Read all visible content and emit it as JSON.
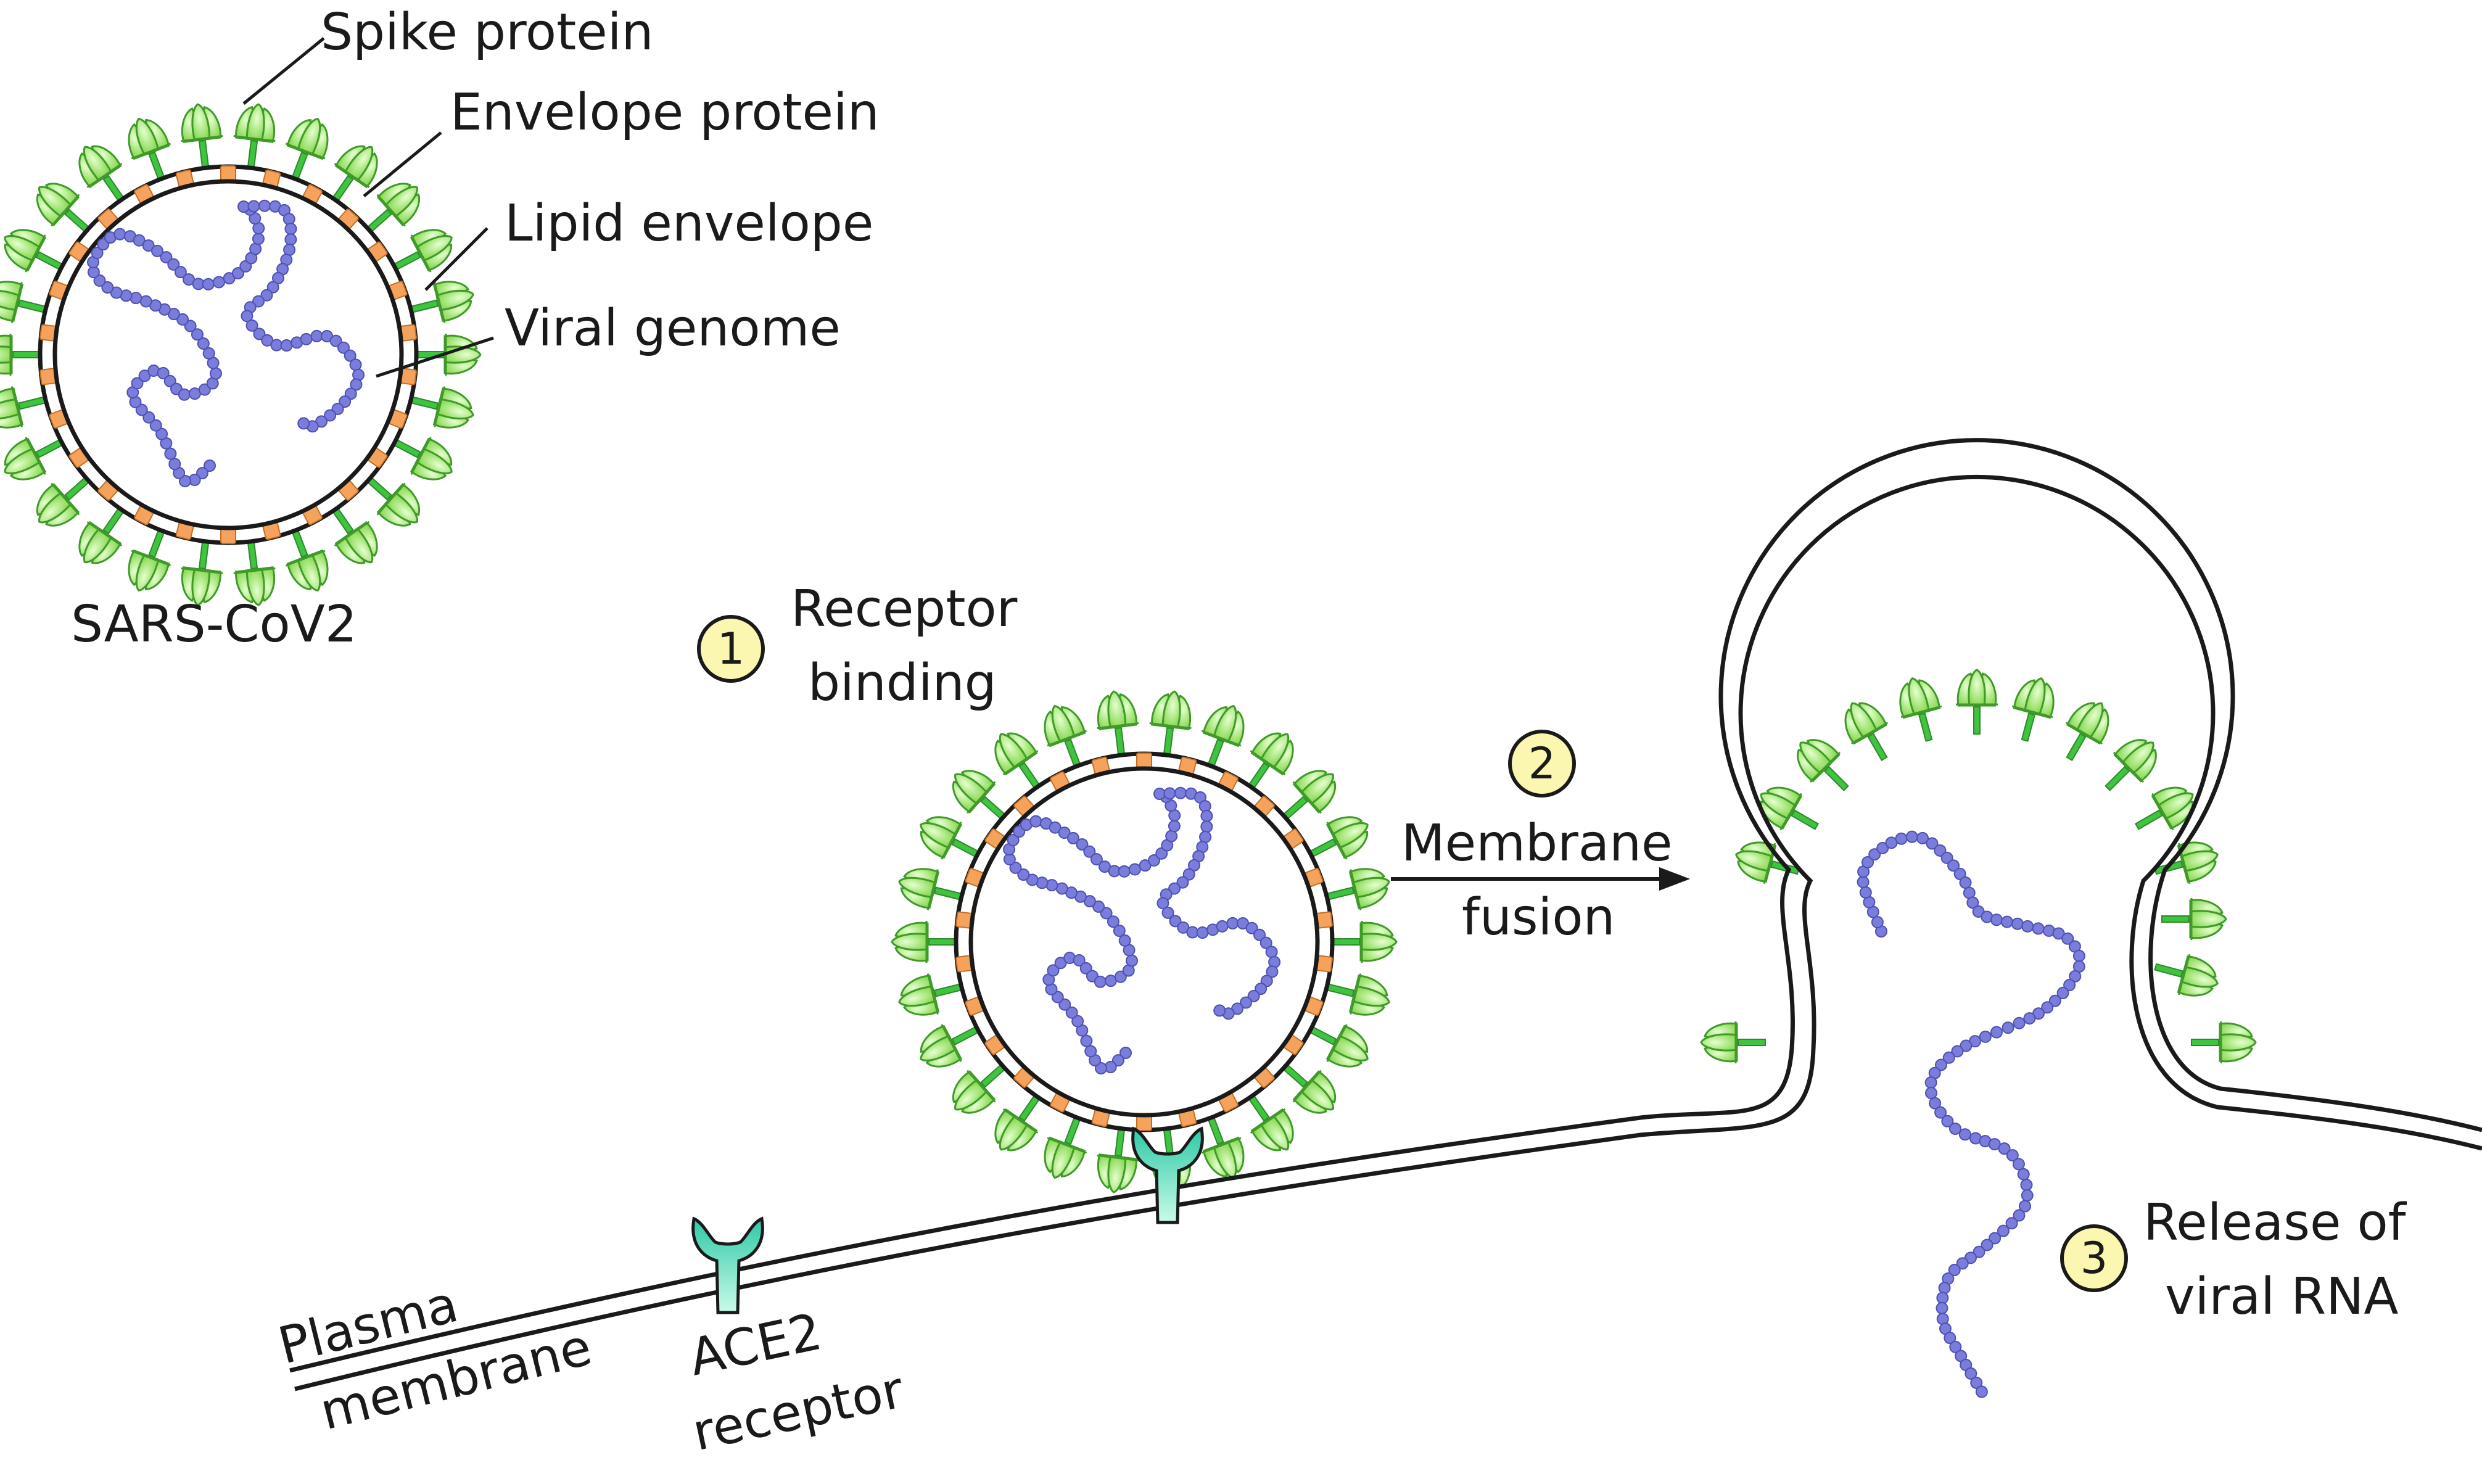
{
  "labels": {
    "spike_protein": "Spike protein",
    "envelope_protein": "Envelope protein",
    "lipid_envelope": "Lipid envelope",
    "viral_genome": "Viral genome",
    "virus_name": "SARS-CoV2",
    "plasma_membrane_line1": "Plasma",
    "plasma_membrane_line2": "membrane",
    "ace2_line1": "ACE2",
    "ace2_line2": "receptor"
  },
  "steps": [
    {
      "number": "1",
      "line1": "Receptor",
      "line2": "binding"
    },
    {
      "number": "2",
      "line1": "Membrane",
      "line2": "fusion"
    },
    {
      "number": "3",
      "line1": "Release of",
      "line2": "viral RNA"
    }
  ],
  "colors": {
    "spike_fill": "#b9ef8e",
    "spike_stroke": "#3f9a2a",
    "spike_stem": "#3ec43e",
    "envelope_protein": "#f5a35c",
    "genome_bead": "#7a7ddb",
    "genome_bead_stroke": "#4d51b0",
    "ace2_fill": "#6fe3c4",
    "step_circle": "#fbf6b0",
    "outline": "#1a1a1a"
  },
  "icons": {
    "spike": "spike-protein-icon",
    "envelope": "envelope-protein-icon",
    "genome": "genome-bead-icon",
    "ace2": "ace2-receptor-icon"
  }
}
